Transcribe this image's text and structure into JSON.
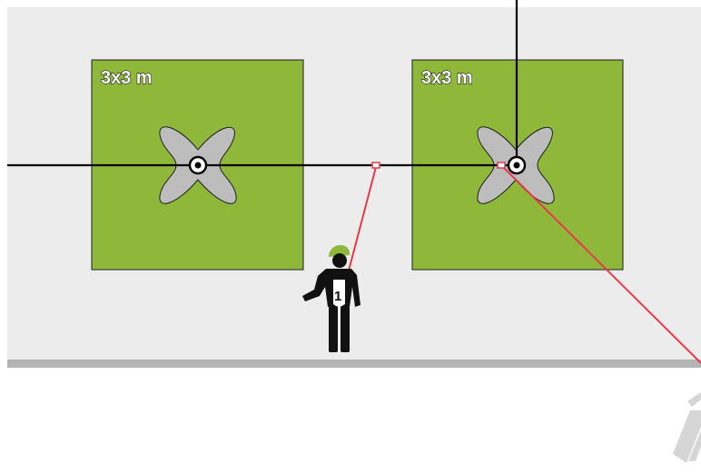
{
  "plots": [
    {
      "label": "3x3 m"
    },
    {
      "label": "3x3 m"
    }
  ],
  "worker": {
    "number": "1"
  },
  "colors": {
    "wall": "#ececec",
    "plot": "#8fb83a",
    "plot_border": "#1e1e1e",
    "marker": "#bdbdbd",
    "measure_line": "#e8394a",
    "reference_line": "#000000",
    "cap": "#8fb83a",
    "figure": "#111111",
    "floor_edge": "#b4b4b4"
  },
  "icons": [
    "cross-marker-icon",
    "anchor-point-icon",
    "worker-icon",
    "laser-target-icon",
    "cap-icon"
  ]
}
